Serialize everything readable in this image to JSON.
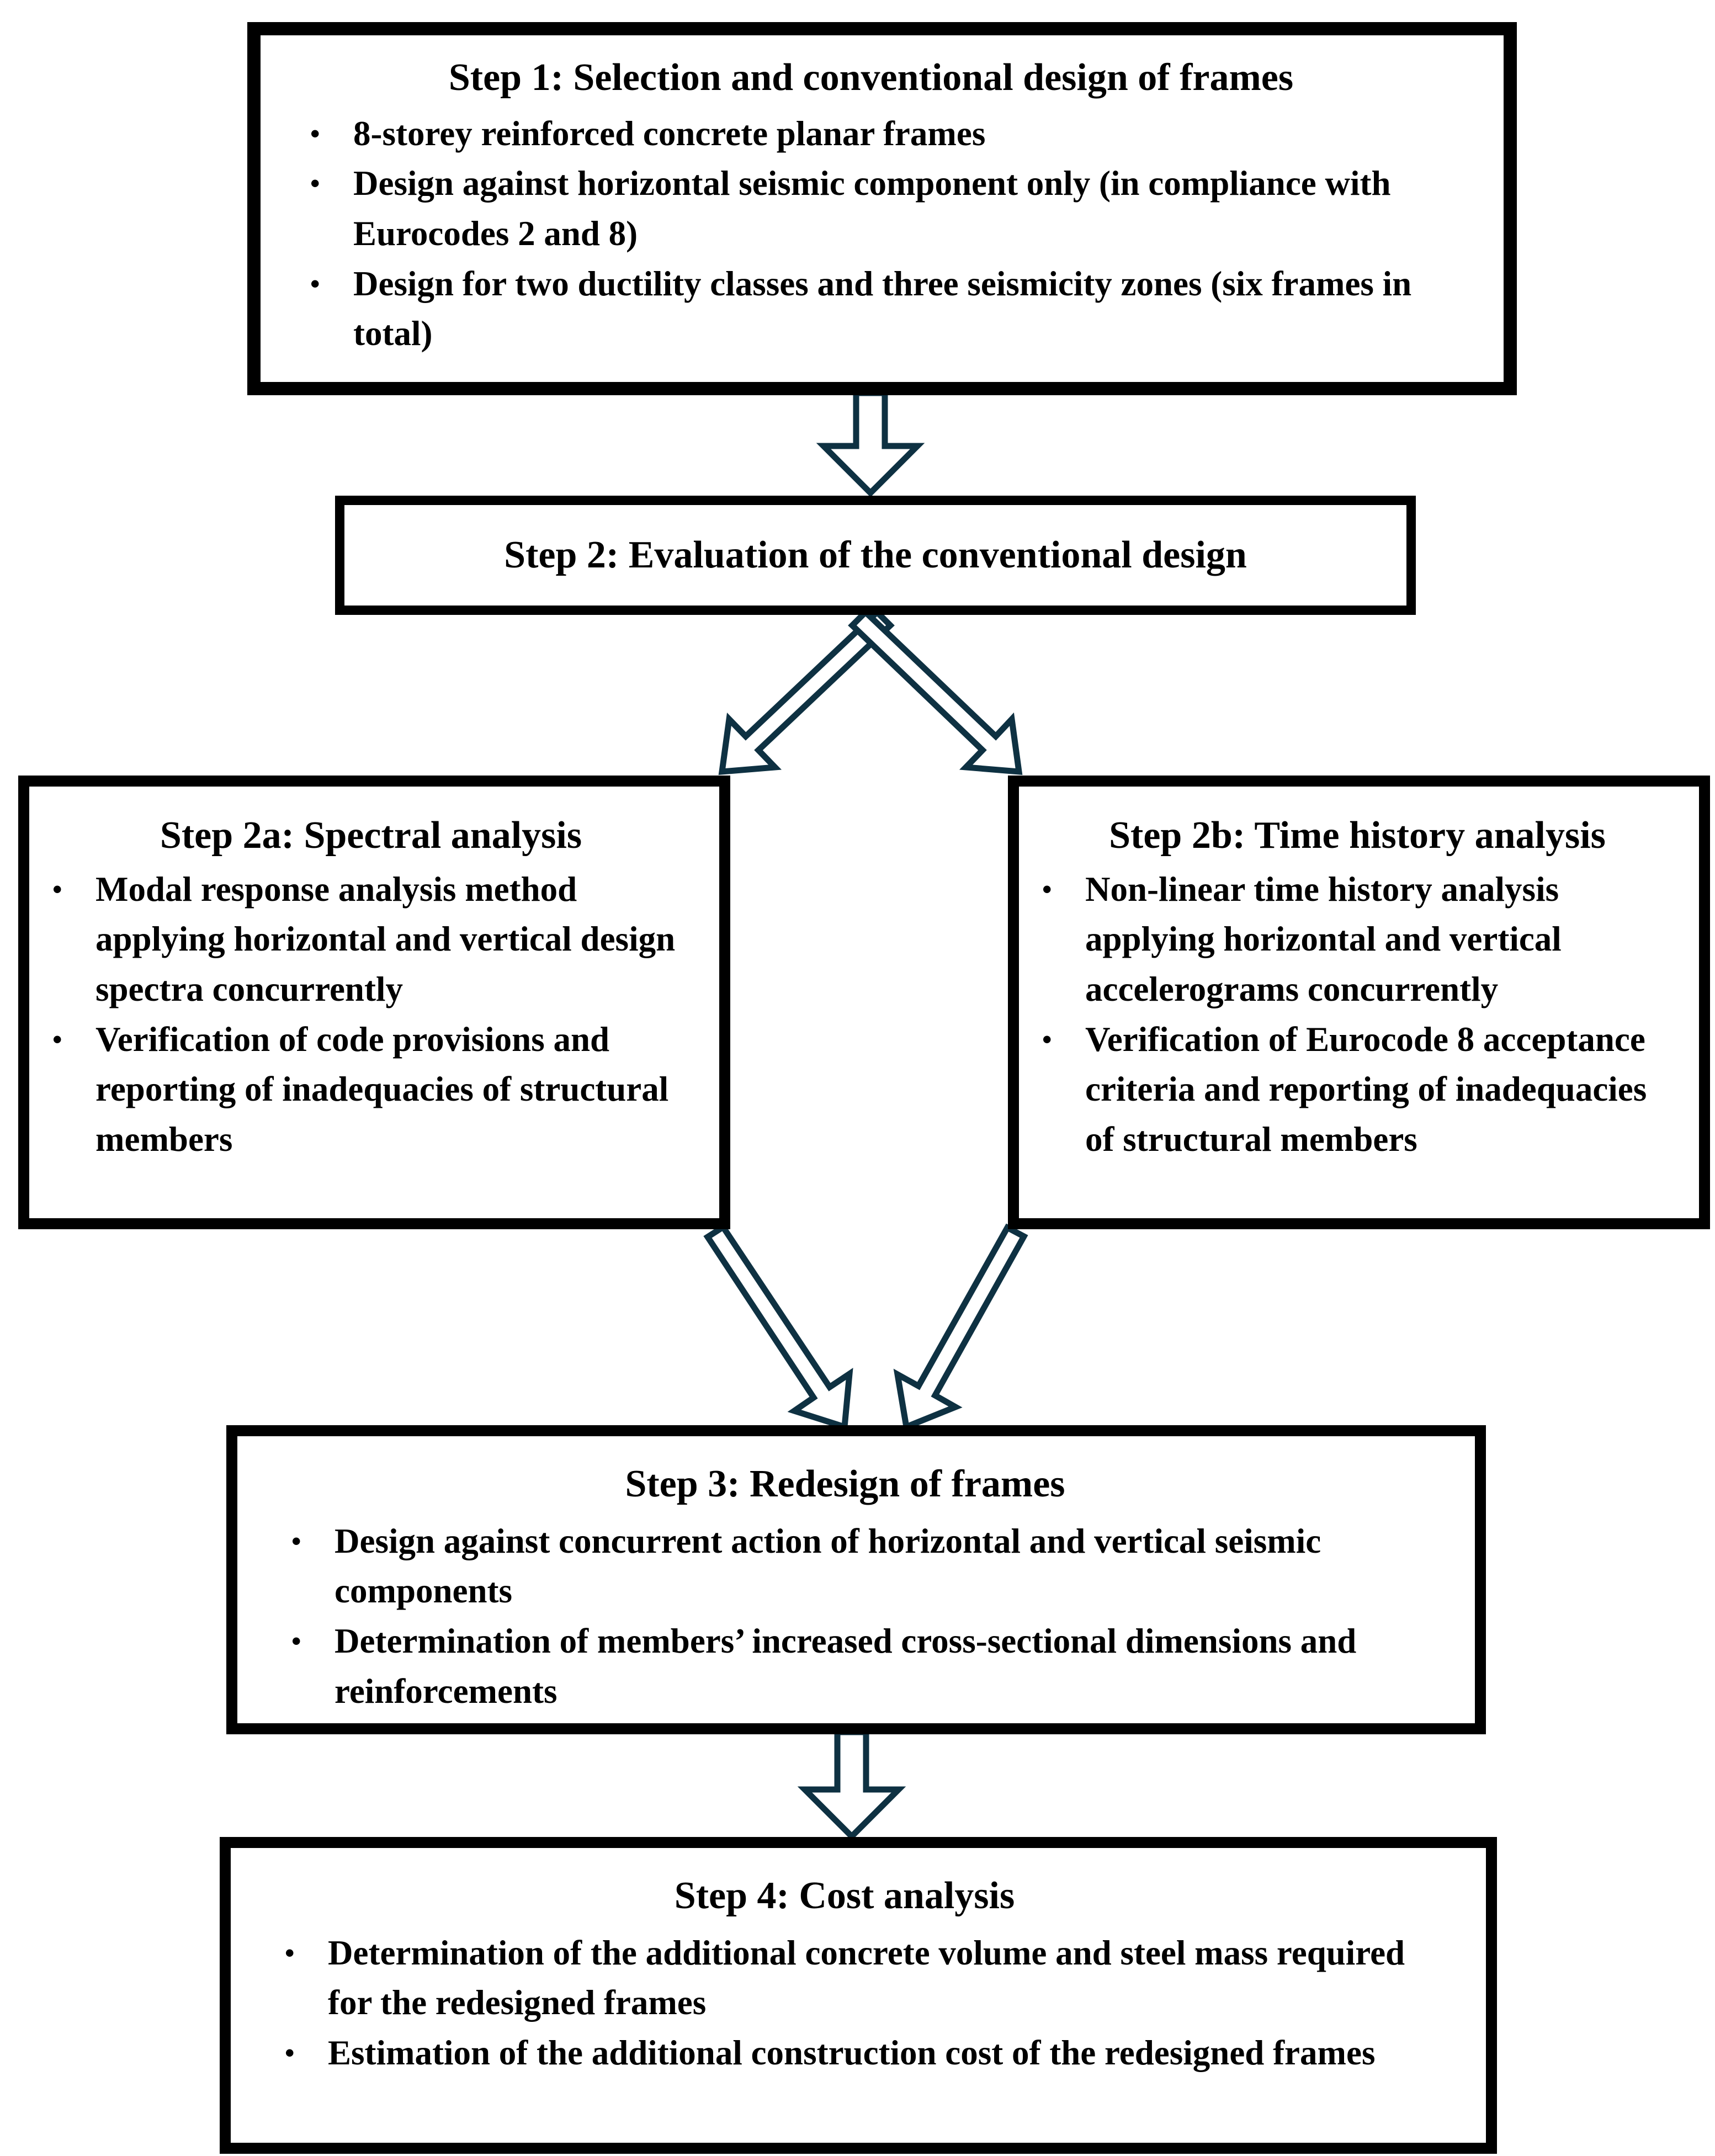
{
  "diagram": {
    "colors": {
      "background": "#ffffff",
      "box_border": "#000000",
      "text": "#000000",
      "arrow_outline": "#0e3142",
      "arrow_fill": "#ffffff"
    },
    "bullet_char": "•",
    "boxes": {
      "step1": {
        "title": "Step 1: Selection and conventional design of frames",
        "bullets": [
          "8-storey reinforced concrete planar frames",
          "Design against horizontal seismic component only (in compliance with Eurocodes 2 and 8)",
          "Design for two ductility classes and three seismicity zones (six frames in total)"
        ]
      },
      "step2": {
        "title": "Step 2: Evaluation of the conventional design"
      },
      "step2a": {
        "title": "Step 2a: Spectral analysis",
        "bullets": [
          "Modal response analysis method applying horizontal and vertical design spectra concurrently",
          "Verification of code provisions and reporting of inadequacies of structural members"
        ]
      },
      "step2b": {
        "title": "Step 2b: Time history analysis",
        "bullets": [
          "Non-linear time history analysis applying horizontal and vertical accelerograms concurrently",
          "Verification of Eurocode 8 acceptance criteria and reporting of inadequacies of structural members"
        ]
      },
      "step3": {
        "title": "Step 3: Redesign of frames",
        "bullets": [
          "Design against concurrent action of horizontal and vertical seismic components",
          "Determination of members’ increased cross-sectional dimensions and reinforcements"
        ]
      },
      "step4": {
        "title": "Step 4: Cost analysis",
        "bullets": [
          "Determination of the additional concrete volume and steel mass required for the redesigned frames",
          "Estimation of the additional construction cost of the redesigned frames"
        ]
      }
    }
  }
}
